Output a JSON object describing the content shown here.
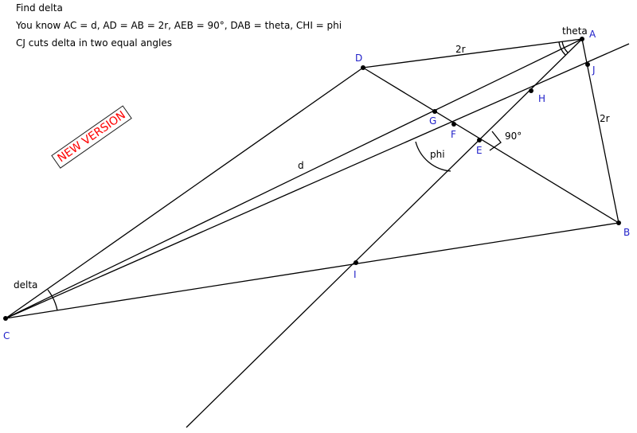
{
  "problem": {
    "title": "Find delta",
    "given": "You know AC = d, AD = AB = 2r, AEB = 90°, DAB = theta, CHI = phi",
    "note": "CJ cuts delta in two equal angles"
  },
  "stamp_text": "NEW VERSION",
  "colors": {
    "line": "#000000",
    "point_label": "#1e1ec8",
    "stamp": "#ff0000"
  },
  "points": {
    "A": "A",
    "B": "B",
    "C": "C",
    "D": "D",
    "E": "E",
    "F": "F",
    "G": "G",
    "H": "H",
    "I": "I",
    "J": "J"
  },
  "segment_labels": {
    "AD": "2r",
    "AB": "2r",
    "AC": "d"
  },
  "angle_labels": {
    "theta": "theta",
    "delta": "delta",
    "phi": "phi",
    "right_angle": "90°"
  }
}
